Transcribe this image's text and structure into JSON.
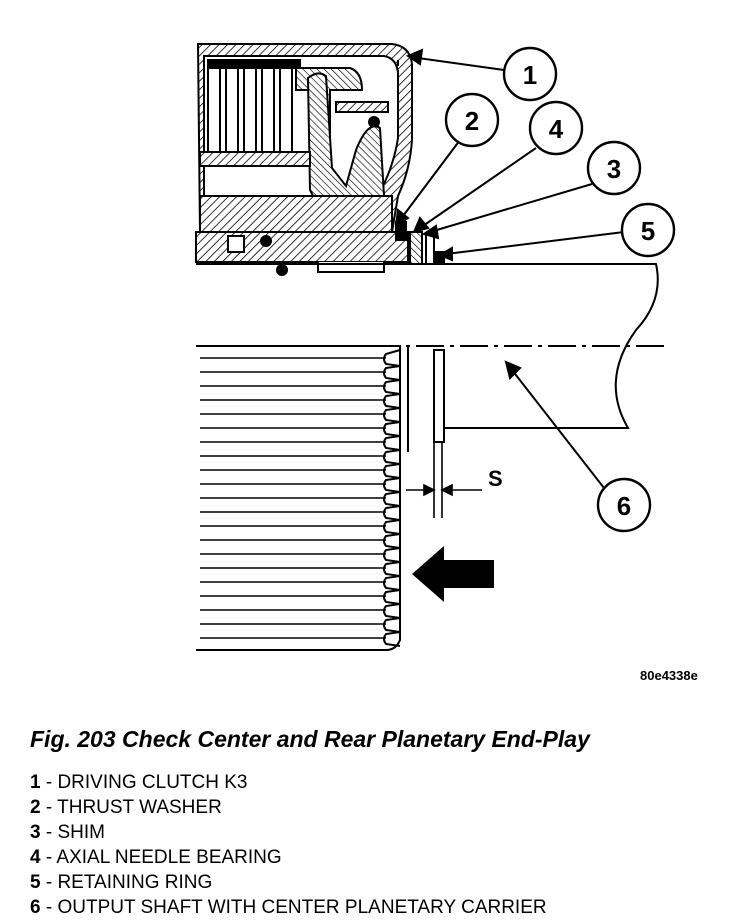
{
  "figure": {
    "code": "80e4338e",
    "caption": "Fig. 203 Check Center and Rear Planetary End-Play",
    "s_label": "S"
  },
  "callouts": [
    "1",
    "2",
    "4",
    "3",
    "5",
    "6"
  ],
  "legend": [
    {
      "num": "1",
      "text": " - DRIVING CLUTCH K3"
    },
    {
      "num": "2",
      "text": " - THRUST WASHER"
    },
    {
      "num": "3",
      "text": " - SHIM"
    },
    {
      "num": "4",
      "text": " - AXIAL NEEDLE BEARING"
    },
    {
      "num": "5",
      "text": " - RETAINING RING"
    },
    {
      "num": "6",
      "text": " - OUTPUT SHAFT WITH CENTER PLANETARY CARRIER"
    }
  ]
}
